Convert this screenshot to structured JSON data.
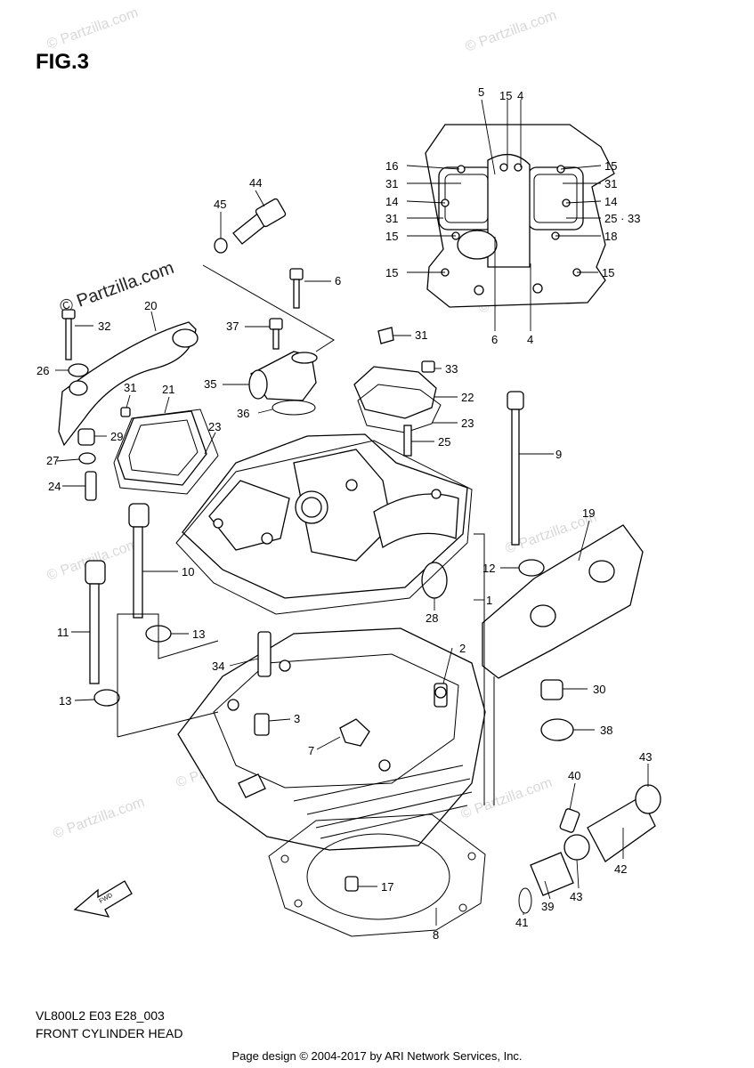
{
  "figure": {
    "title": "FIG.3",
    "code": "VL800L2 E03 E28_003",
    "name": "FRONT CYLINDER HEAD",
    "footer": "Page design © 2004-2017 by ARI Network Services, Inc."
  },
  "watermarks": {
    "small": "© Partzilla.com",
    "large": "© Partzilla.com"
  },
  "callouts": [
    {
      "id": "c5",
      "label": "5"
    },
    {
      "id": "c15a",
      "label": "15"
    },
    {
      "id": "c4a",
      "label": "4"
    },
    {
      "id": "c16",
      "label": "16"
    },
    {
      "id": "c15b",
      "label": "15"
    },
    {
      "id": "c31a",
      "label": "31"
    },
    {
      "id": "c31b",
      "label": "31"
    },
    {
      "id": "c14a",
      "label": "14"
    },
    {
      "id": "c14b",
      "label": "14"
    },
    {
      "id": "c31c",
      "label": "31"
    },
    {
      "id": "c2533",
      "label": "25 · 33"
    },
    {
      "id": "c15c",
      "label": "15"
    },
    {
      "id": "c18",
      "label": "18"
    },
    {
      "id": "c15d",
      "label": "15"
    },
    {
      "id": "c15e",
      "label": "15"
    },
    {
      "id": "c6a",
      "label": "6"
    },
    {
      "id": "c4b",
      "label": "4"
    },
    {
      "id": "c44",
      "label": "44"
    },
    {
      "id": "c45",
      "label": "45"
    },
    {
      "id": "c6b",
      "label": "6"
    },
    {
      "id": "c20",
      "label": "20"
    },
    {
      "id": "c32",
      "label": "32"
    },
    {
      "id": "c37",
      "label": "37"
    },
    {
      "id": "c31d",
      "label": "31"
    },
    {
      "id": "c26",
      "label": "26"
    },
    {
      "id": "c31e",
      "label": "31"
    },
    {
      "id": "c35",
      "label": "35"
    },
    {
      "id": "c33",
      "label": "33"
    },
    {
      "id": "c21",
      "label": "21"
    },
    {
      "id": "c22",
      "label": "22"
    },
    {
      "id": "c36",
      "label": "36"
    },
    {
      "id": "c23a",
      "label": "23"
    },
    {
      "id": "c23b",
      "label": "23"
    },
    {
      "id": "c29",
      "label": "29"
    },
    {
      "id": "c25",
      "label": "25"
    },
    {
      "id": "c27",
      "label": "27"
    },
    {
      "id": "c9",
      "label": "9"
    },
    {
      "id": "c24",
      "label": "24"
    },
    {
      "id": "c19",
      "label": "19"
    },
    {
      "id": "c10",
      "label": "10"
    },
    {
      "id": "c12",
      "label": "12"
    },
    {
      "id": "c1",
      "label": "1"
    },
    {
      "id": "c28",
      "label": "28"
    },
    {
      "id": "c11",
      "label": "11"
    },
    {
      "id": "c13a",
      "label": "13"
    },
    {
      "id": "c2",
      "label": "2"
    },
    {
      "id": "c34",
      "label": "34"
    },
    {
      "id": "c30",
      "label": "30"
    },
    {
      "id": "c13b",
      "label": "13"
    },
    {
      "id": "c3",
      "label": "3"
    },
    {
      "id": "c38",
      "label": "38"
    },
    {
      "id": "c7",
      "label": "7"
    },
    {
      "id": "c43a",
      "label": "43"
    },
    {
      "id": "c40",
      "label": "40"
    },
    {
      "id": "c42",
      "label": "42"
    },
    {
      "id": "c43b",
      "label": "43"
    },
    {
      "id": "c17",
      "label": "17"
    },
    {
      "id": "c39",
      "label": "39"
    },
    {
      "id": "c41",
      "label": "41"
    },
    {
      "id": "c8",
      "label": "8"
    }
  ]
}
